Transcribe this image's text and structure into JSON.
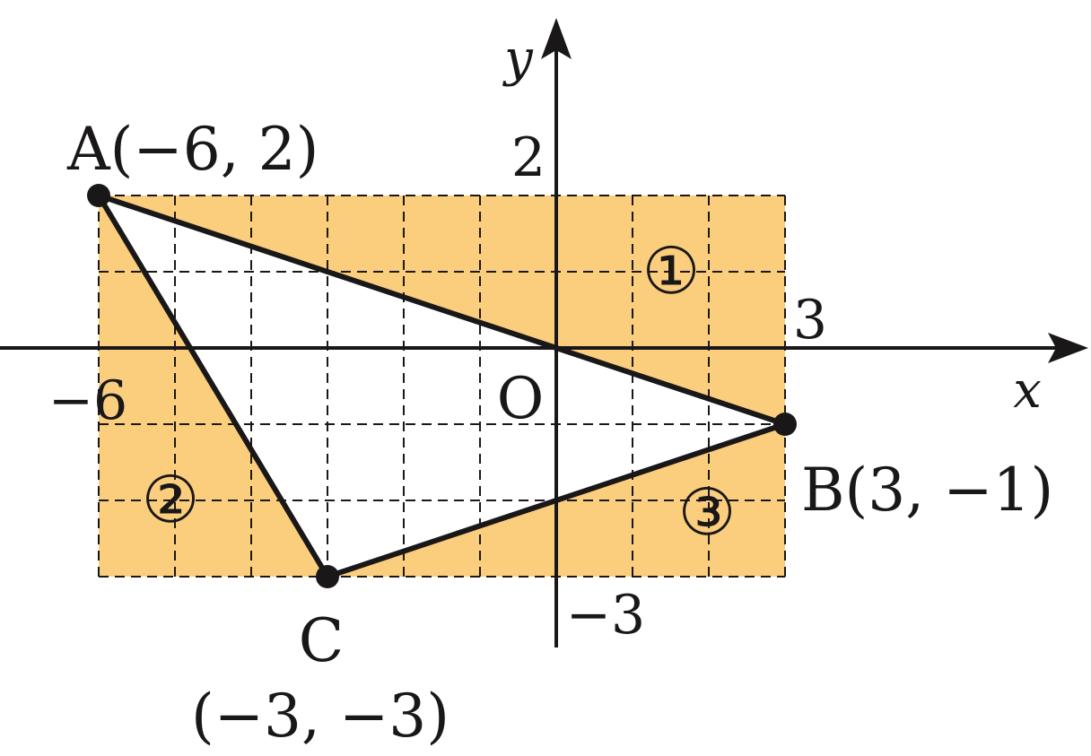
{
  "axes": {
    "x_label": "x",
    "y_label": "y",
    "origin_label": "O",
    "ticks": {
      "x_neg6": "−6",
      "x_pos3": "3",
      "y_pos2": "2",
      "y_neg3": "−3"
    }
  },
  "grid": {
    "x_range": [
      -6,
      3
    ],
    "y_range": [
      -3,
      2
    ]
  },
  "points": {
    "A": {
      "name": "A",
      "coord_text": "(−6, 2)",
      "x": -6,
      "y": 2
    },
    "B": {
      "name": "B",
      "coord_text": "(3, −1)",
      "x": 3,
      "y": -1
    },
    "C": {
      "name": "C",
      "coord_text": "(−3, −3)",
      "x": -3,
      "y": -3
    }
  },
  "regions": {
    "r1": "①",
    "r2": "②",
    "r3": "③"
  },
  "colors": {
    "fill": "#fbce7d",
    "ink": "#1a1718",
    "background": "#ffffff"
  }
}
